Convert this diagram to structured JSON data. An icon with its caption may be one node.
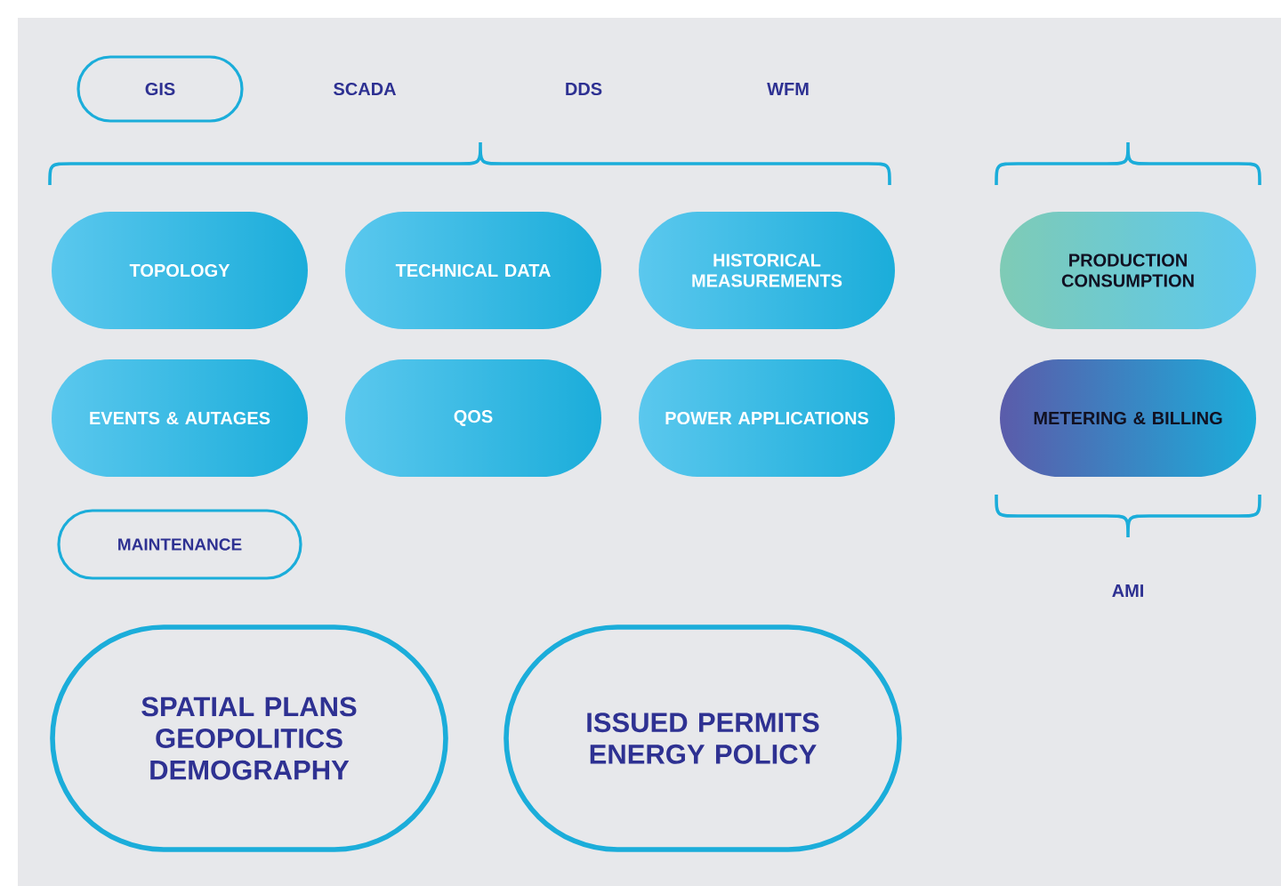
{
  "diagram": {
    "nodes": [
      {
        "text": [
          "GIS"
        ]
      },
      {
        "text": [
          "TOPOLOGY"
        ]
      },
      {
        "text": [
          "TECHNICAL DATA"
        ]
      },
      {
        "text": [
          "HISTORICAL MEASUREMENTS"
        ]
      },
      {
        "text": [
          "EVENTS & AUTAGES"
        ]
      },
      {
        "text": [
          "QOS"
        ]
      },
      {
        "text": [
          "POWER APPLICATIONS"
        ]
      },
      {
        "text": [
          "PRODUCTION CONSUMPTION"
        ]
      },
      {
        "text": [
          "METERING & BILLING"
        ]
      },
      {
        "text": [
          "MAINTENANCE"
        ]
      },
      {
        "text": [
          "SPATIAL PLANS GEOPOLITICS DEMOGRAPHY"
        ]
      },
      {
        "text": [
          "ISSUED PERMITS ENERGY POLICY"
        ]
      }
    ],
    "edges": [],
    "labels": [
      "SCADA",
      "DDS",
      "WFM",
      "AMI"
    ]
  }
}
